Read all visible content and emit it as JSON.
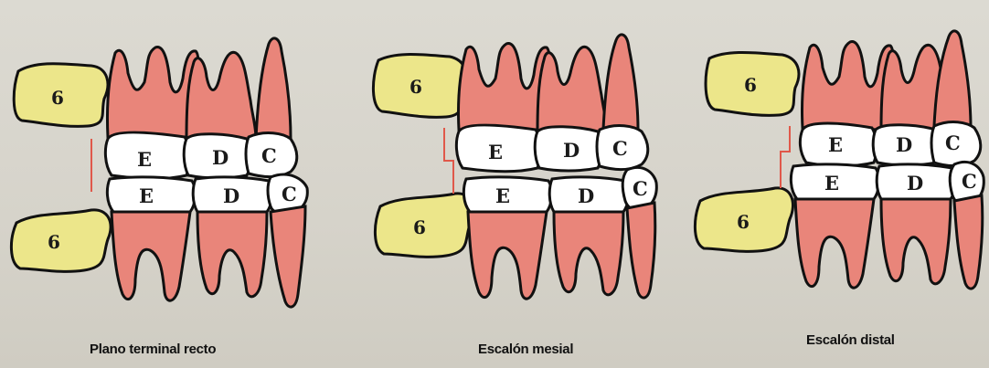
{
  "panels": [
    {
      "caption": "Plano terminal recto",
      "upper_molar": "6",
      "lower_molar": "6",
      "upper_teeth": [
        "E",
        "D",
        "C"
      ],
      "lower_teeth": [
        "E",
        "D",
        "C"
      ]
    },
    {
      "caption": "Escalón mesial",
      "upper_molar": "6",
      "lower_molar": "6",
      "upper_teeth": [
        "E",
        "D",
        "C"
      ],
      "lower_teeth": [
        "E",
        "D",
        "C"
      ]
    },
    {
      "caption": "Escalón distal",
      "upper_molar": "6",
      "lower_molar": "6",
      "upper_teeth": [
        "E",
        "D",
        "C"
      ],
      "lower_teeth": [
        "E",
        "D",
        "C"
      ]
    }
  ],
  "colors": {
    "molar_yellow": "#ece68a",
    "root_pink": "#e9857a",
    "step_line_red": "#e0584a"
  }
}
